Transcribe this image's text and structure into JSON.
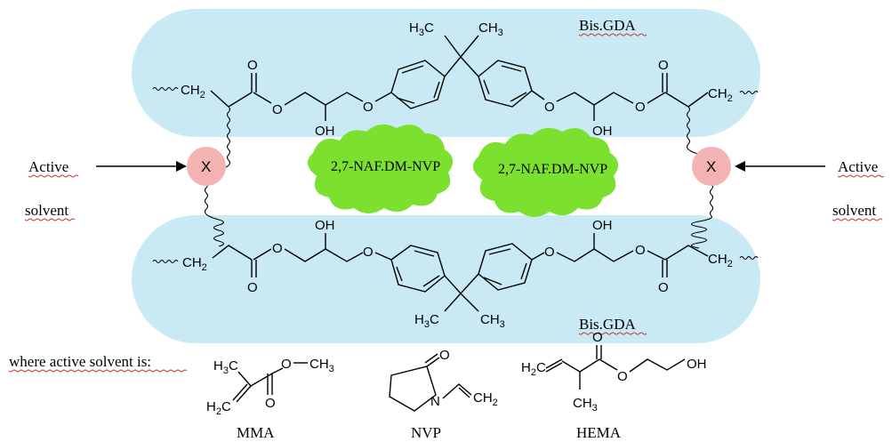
{
  "colors": {
    "band_fill": "#c9eaf5",
    "cloud_fill": "#7be02e",
    "crosslink_fill": "#f4b3b3",
    "spellcheck_underline": "#c0392b"
  },
  "bands": {
    "top_label": "Bis.GDA",
    "bottom_label": "Bis.GDA"
  },
  "groups": {
    "methyl": "CH",
    "methyl_sub": "3",
    "methyl_prefix": "H",
    "methyl_prefix_sub": "3",
    "methyl_prefix_c": "C",
    "ch2": "CH",
    "ch2_sub": "2",
    "oh": "OH",
    "o": "O"
  },
  "crosslink": {
    "symbol": "X"
  },
  "clouds": {
    "label": "2,7-NAF.DM-NVP"
  },
  "arrows": {
    "left_line1": "Active",
    "left_line2": "solvent",
    "right_line1": "Active",
    "right_line2": "solvent"
  },
  "legend": {
    "caption": "where active solvent is:",
    "mma": "MMA",
    "nvp": "NVP",
    "hema": "HEMA"
  }
}
